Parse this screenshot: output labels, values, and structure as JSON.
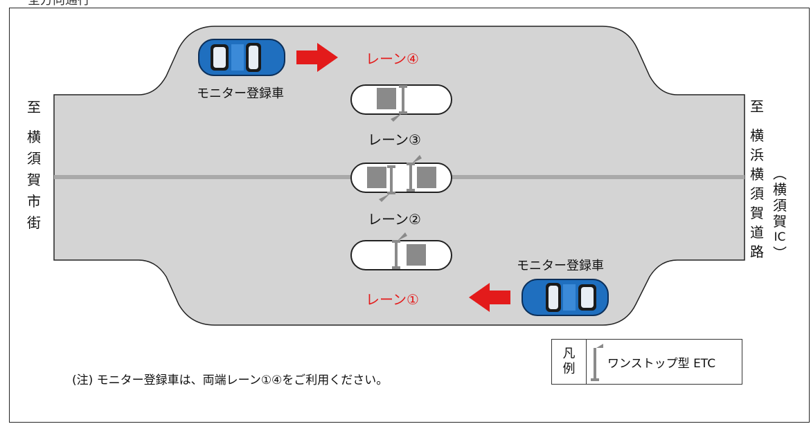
{
  "header_cut_text": "全方向通行",
  "left_destination": [
    "至",
    "横",
    "須",
    "賀",
    "市",
    "街"
  ],
  "right_destination": [
    "至",
    "横",
    "浜",
    "横",
    "須",
    "賀",
    "道",
    "路"
  ],
  "right_destination_sub": [
    "︵",
    "横",
    "須",
    "賀",
    "IC",
    "︶"
  ],
  "lanes": {
    "lane4": "レーン④",
    "lane3": "レーン③",
    "lane2": "レーン②",
    "lane1": "レーン①"
  },
  "car_label_top": "モニター登録車",
  "car_label_bottom": "モニター登録車",
  "note": "(注) モニター登録車は、両端レーン①④をご利用ください。",
  "legend": {
    "title_line1": "凡",
    "title_line2": "例",
    "icon": "etc-gate-icon",
    "text": "ワンストップ型 ETC"
  },
  "colors": {
    "road": "#d4d4d4",
    "road_line": "#a9a9a9",
    "lane_highlight": "#e31b1b",
    "car_body": "#1f6fbf",
    "arrow": "#e31b1b",
    "booth": "#8a8a8a"
  }
}
